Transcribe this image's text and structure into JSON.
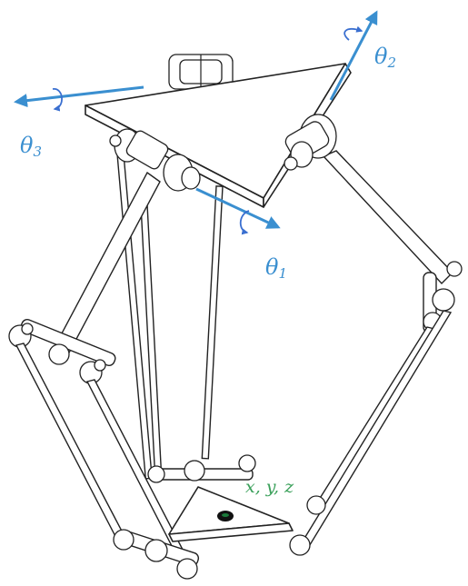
{
  "labels": {
    "theta1": {
      "sym": "θ",
      "sub": "1"
    },
    "theta2": {
      "sym": "θ",
      "sub": "2"
    },
    "theta3": {
      "sym": "θ",
      "sub": "3"
    },
    "end_effector": "x, y, z"
  },
  "colors": {
    "axis_arrow": "#3a8fd0",
    "rotation_arrow": "#3a6fd0",
    "end_effector_label": "#3aa05a",
    "end_effector_marker": "#1a7a3a",
    "line": "#222222"
  }
}
